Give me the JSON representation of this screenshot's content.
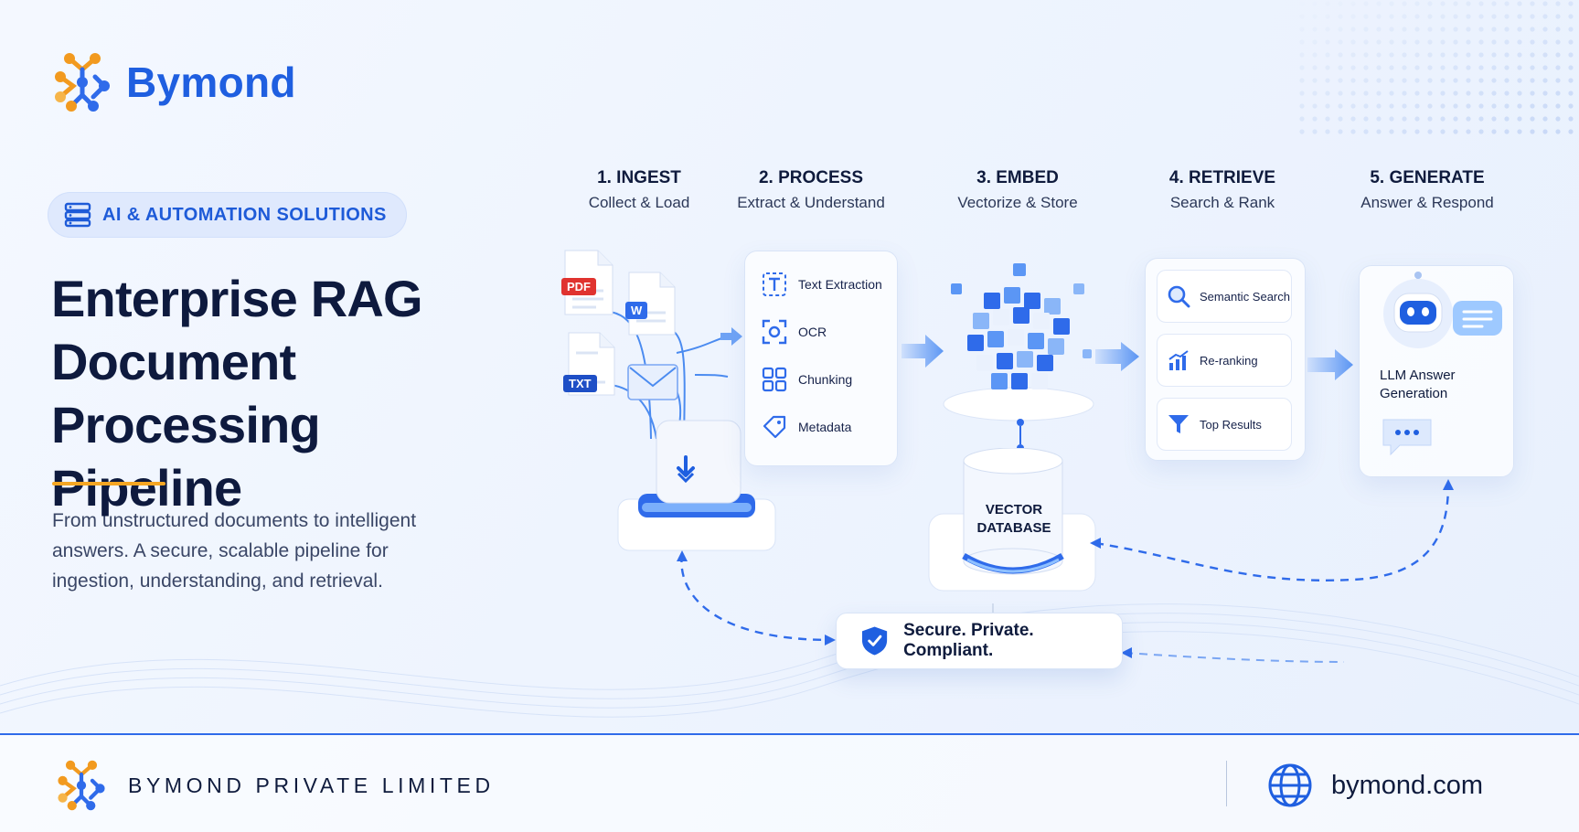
{
  "brand": {
    "name": "Bymond"
  },
  "badge": {
    "label": "AI & AUTOMATION SOLUTIONS"
  },
  "headline": {
    "lines": [
      "Enterprise RAG",
      "Document Processing",
      "Pipeline"
    ]
  },
  "description": "From unstructured documents to intelligent answers. A secure, scalable pipeline for ingestion, understanding, and retrieval.",
  "stages": [
    {
      "title": "1. INGEST",
      "subtitle": "Collect & Load"
    },
    {
      "title": "2. PROCESS",
      "subtitle": "Extract & Understand"
    },
    {
      "title": "3. EMBED",
      "subtitle": "Vectorize & Store"
    },
    {
      "title": "4. RETRIEVE",
      "subtitle": "Search & Rank"
    },
    {
      "title": "5. GENERATE",
      "subtitle": "Answer & Respond"
    }
  ],
  "documents": {
    "pdf": "PDF",
    "word": "W",
    "txt": "TXT"
  },
  "process_steps": [
    "Text Extraction",
    "OCR",
    "Chunking",
    "Metadata"
  ],
  "vector_db": {
    "line1": "VECTOR",
    "line2": "DATABASE"
  },
  "retrieve_steps": [
    "Semantic Search",
    "Re-ranking",
    "Top Results"
  ],
  "generate": {
    "line1": "LLM Answer",
    "line2": "Generation"
  },
  "secure_label": "Secure. Private. Compliant.",
  "footer": {
    "company": "BYMOND PRIVATE LIMITED",
    "website": "bymond.com"
  },
  "colors": {
    "primary": "#1f5fe0",
    "accent": "#f5a623",
    "navy": "#0e1a3e",
    "pdf_red": "#e0332f"
  }
}
